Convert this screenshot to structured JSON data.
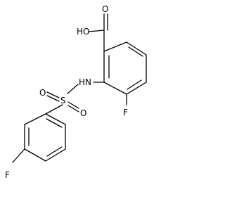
{
  "molecule": {
    "labels": {
      "oh": "HO",
      "carbonyl_o": "O",
      "nh": "HN",
      "sulfur": "S",
      "sulfonyl_o_left": "O",
      "sulfonyl_o_right": "O",
      "fluoro_right": "F",
      "fluoro_left": "F"
    }
  }
}
